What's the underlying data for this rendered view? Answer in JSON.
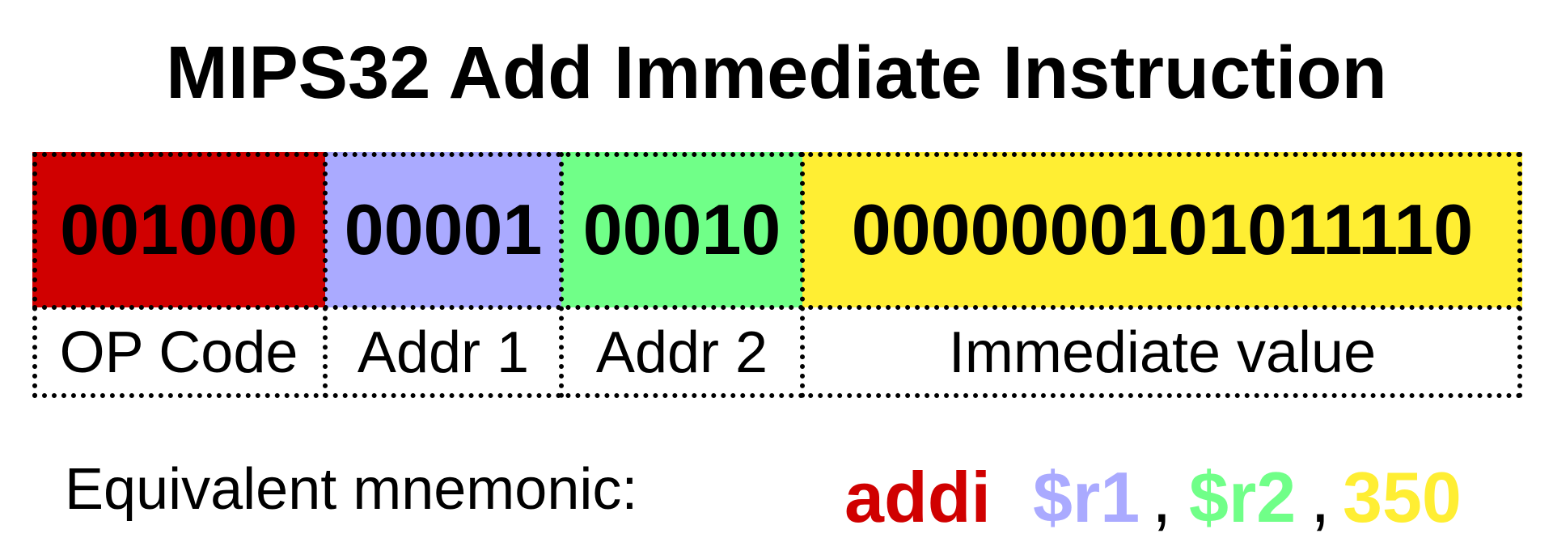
{
  "title": "MIPS32 Add Immediate Instruction",
  "fields": [
    {
      "bits": "001000",
      "label": "OP Code",
      "color": "#d00000"
    },
    {
      "bits": "00001",
      "label": "Addr 1",
      "color": "#aaaaff"
    },
    {
      "bits": "00010",
      "label": "Addr 2",
      "color": "#70ff88"
    },
    {
      "bits": "0000000101011110",
      "label": "Immediate value",
      "color": "#ffee33"
    }
  ],
  "mnemonic": {
    "label": "Equivalent mnemonic:",
    "op": "addi",
    "reg1": "$r1",
    "sep1": ",",
    "reg2": "$r2",
    "sep2": ",",
    "imm": "350"
  }
}
